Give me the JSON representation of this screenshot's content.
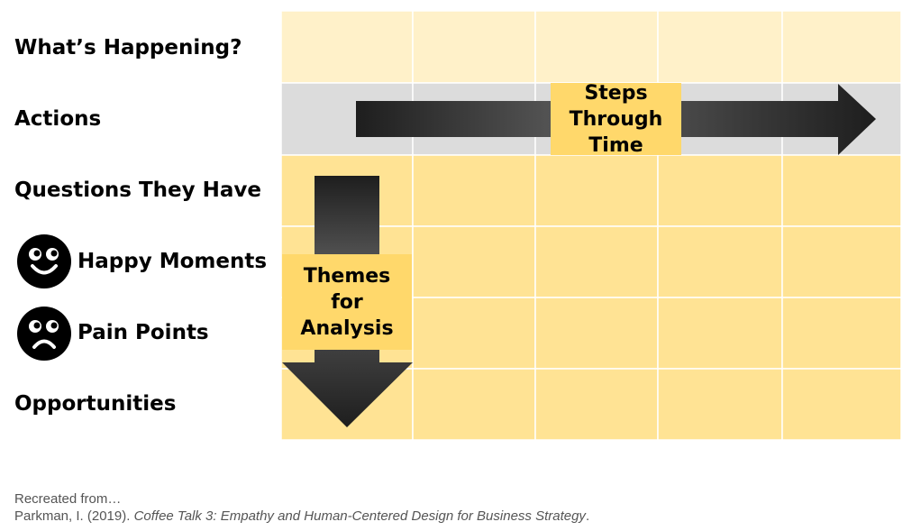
{
  "rows": [
    {
      "label": "What’s Happening?"
    },
    {
      "label": "Actions"
    },
    {
      "label": "Questions They Have"
    },
    {
      "label": "Happy Moments",
      "icon": "happy-face-icon"
    },
    {
      "label": "Pain Points",
      "icon": "sad-face-icon"
    },
    {
      "label": "Opportunities"
    }
  ],
  "arrows": {
    "horizontal_label": "Steps Through Time",
    "vertical_label": "Themes for Analysis"
  },
  "colors": {
    "row_light": "#FFF1C9",
    "row_gray": "#DCDCDC",
    "row_yellow": "#FFE394",
    "label_box": "#FFD86B",
    "arrow_dark": "#1E1E1E",
    "arrow_light": "#5E5E5E"
  },
  "caption": {
    "line1": "Recreated from…",
    "author": "Parkman, I. (2019). ",
    "title": "Coffee Talk 3: Empathy and Human-Centered Design for Business Strategy",
    "end": "."
  }
}
